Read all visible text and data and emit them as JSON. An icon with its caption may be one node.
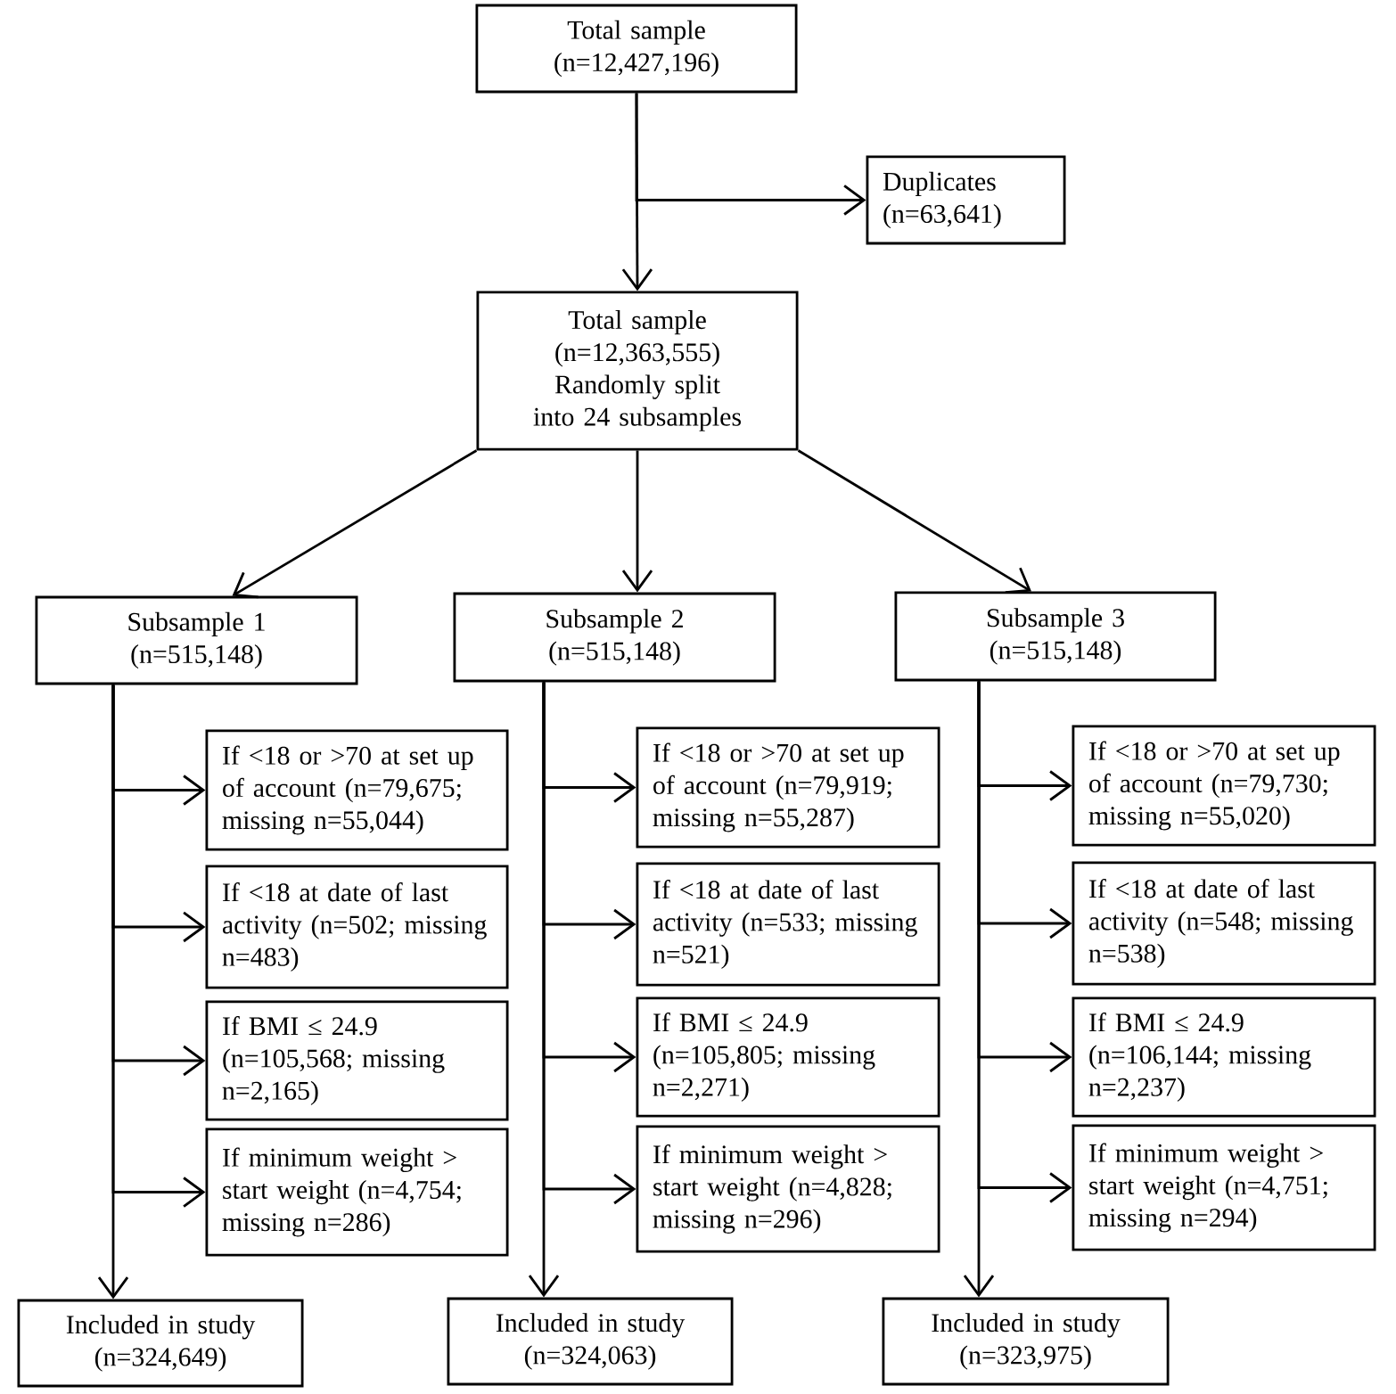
{
  "diagram": {
    "nodes": [
      {
        "text": [
          "Total sample (n=12,427,196)"
        ]
      },
      {
        "text": [
          "Duplicates (n=63,641)"
        ]
      },
      {
        "text": [
          "Total sample (n=12,363,555) Randomly split into 24 subsamples"
        ]
      },
      {
        "text": [
          "Subsample 1 (n=515,148)"
        ]
      },
      {
        "text": [
          "If <18 or >70 at set up of account (n=79,675; missing n=55,044)"
        ]
      },
      {
        "text": [
          "If <18 at date of last activity (n=502; missing n=483)"
        ]
      },
      {
        "text": [
          "If BMI ≤ 24.9 (n=105,568; missing n=2,165)"
        ]
      },
      {
        "text": [
          "If minimum weight > start weight (n=4,754; missing n=286)"
        ]
      },
      {
        "text": [
          "Included in study (n=324,649)"
        ]
      },
      {
        "text": [
          "Subsample 2 (n=515,148)"
        ]
      },
      {
        "text": [
          "If <18 or >70 at set up of account (n=79,919; missing n=55,287)"
        ]
      },
      {
        "text": [
          "If <18 at date of last activity (n=533; missing n=521)"
        ]
      },
      {
        "text": [
          "If BMI ≤ 24.9 (n=105,805; missing n=2,271)"
        ]
      },
      {
        "text": [
          "If minimum weight > start weight (n=4,828; missing n=296)"
        ]
      },
      {
        "text": [
          "Included in study (n=324,063)"
        ]
      },
      {
        "text": [
          "Subsample 3 (n=515,148)"
        ]
      },
      {
        "text": [
          "If <18 or >70 at set up of account (n=79,730; missing n=55,020)"
        ]
      },
      {
        "text": [
          "If <18 at date of last activity (n=548; missing n=538)"
        ]
      },
      {
        "text": [
          "If BMI ≤ 24.9 (n=106,144; missing n=2,237)"
        ]
      },
      {
        "text": [
          "If minimum weight > start weight (n=4,751; missing n=294)"
        ]
      },
      {
        "text": [
          "Included in study (n=323,975)"
        ]
      }
    ],
    "edges": [
      {
        "from": 0,
        "to": 2,
        "arrow": "to"
      },
      {
        "from": 0,
        "to": 1,
        "arrow": "to"
      },
      {
        "from": 2,
        "to": 3,
        "arrow": "to"
      },
      {
        "from": 2,
        "to": 9,
        "arrow": "to"
      },
      {
        "from": 2,
        "to": 15,
        "arrow": "to"
      },
      {
        "from": 3,
        "to": 4,
        "arrow": "to"
      },
      {
        "from": 3,
        "to": 5,
        "arrow": "to"
      },
      {
        "from": 3,
        "to": 6,
        "arrow": "to"
      },
      {
        "from": 3,
        "to": 7,
        "arrow": "to"
      },
      {
        "from": 3,
        "to": 8,
        "arrow": "to"
      },
      {
        "from": 9,
        "to": 10,
        "arrow": "to"
      },
      {
        "from": 9,
        "to": 11,
        "arrow": "to"
      },
      {
        "from": 9,
        "to": 12,
        "arrow": "to"
      },
      {
        "from": 9,
        "to": 13,
        "arrow": "to"
      },
      {
        "from": 9,
        "to": 14,
        "arrow": "to"
      },
      {
        "from": 15,
        "to": 16,
        "arrow": "to"
      },
      {
        "from": 15,
        "to": 17,
        "arrow": "to"
      },
      {
        "from": 15,
        "to": 18,
        "arrow": "to"
      },
      {
        "from": 15,
        "to": 19,
        "arrow": "to"
      },
      {
        "from": 15,
        "to": 20,
        "arrow": "to"
      }
    ]
  }
}
